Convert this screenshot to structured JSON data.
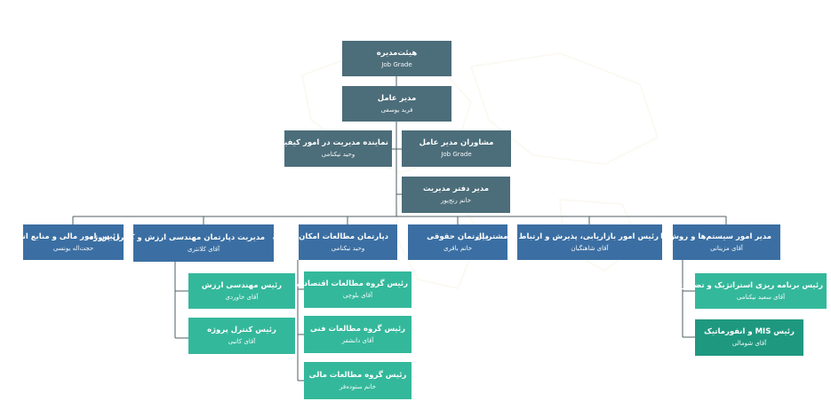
{
  "colors": {
    "connector": "#4d5f66",
    "director": "#4c6d7a",
    "department": "#3b6fa3",
    "team": "#34b89b",
    "team_dark": "#1f9880",
    "watermark": "#f1ead2"
  },
  "nodes": {
    "board": {
      "title": "هیئت‌مدیره",
      "subtitle": "Job Grade"
    },
    "ceo": {
      "title": "مدیر عامل",
      "subtitle": "فرید یوسفی"
    },
    "quality_rep": {
      "title": "نماینده مدیریت در امور کیفیت",
      "subtitle": "وحید نیکنامی"
    },
    "advisors": {
      "title": "مشاوران مدیر عامل",
      "subtitle": "Job Grade"
    },
    "office_manager": {
      "title": "مدیر دفتر مدیریت",
      "subtitle": "خانم رنج‌پور"
    },
    "finance": {
      "title": "رئیس امور مالی و منابع انسانی",
      "subtitle": "حجت‌اله یونسی"
    },
    "value_engineering": {
      "title": "مدیریت دپارتمان مهندسی ارزش و کنترل پروژه",
      "subtitle": "آقای کلانتری"
    },
    "feasibility": {
      "title": "دپارتمان مطالعات امکان سنجی",
      "subtitle": "وحید نیکنامی"
    },
    "legal": {
      "title": "دپارتمان حقوقی",
      "subtitle": "خانم باقری"
    },
    "marketing": {
      "title": "رئیس امور بازاریابی، پذیرش و ارتباط با مشتریان",
      "subtitle": "آقای شاهنگیان"
    },
    "systems": {
      "title": "مدیر امور سیستم‌ها و روش‌ها",
      "subtitle": "آقای مزینانی"
    },
    "ve_head": {
      "title": "رئیس مهندسی ارزش",
      "subtitle": "آقای خاوردی"
    },
    "project_control": {
      "title": "رئیس کنترل پروژه",
      "subtitle": "آقای کاتبی"
    },
    "economic_studies": {
      "title": "رئیس گروه مطالعات اقتصادی",
      "subtitle": "آقای بلوچی"
    },
    "technical_studies": {
      "title": "رئیس گروه مطالعات فنی",
      "subtitle": "آقای دانشفر"
    },
    "financial_studies": {
      "title": "رئیس گروه مطالعات مالی",
      "subtitle": "خانم ستوده‌فر"
    },
    "strategic_planning": {
      "title": "رئیس برنامه ریزی استراتژیک و تضمین کیفیت",
      "subtitle": "آقای سعید نیکنامی"
    },
    "mis": {
      "title": "رئیس MIS و انفورماتیک",
      "subtitle": "آقای شومالی"
    }
  }
}
